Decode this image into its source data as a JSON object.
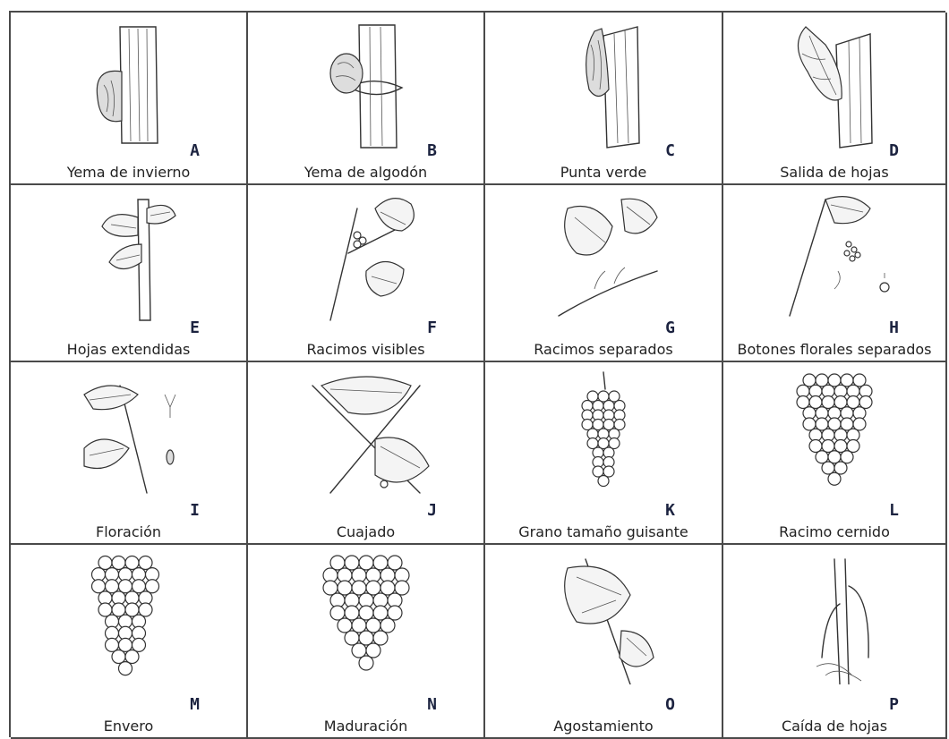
{
  "stages": [
    {
      "letter": "A",
      "label": "Yema de invierno",
      "icon": "bud-icon"
    },
    {
      "letter": "B",
      "label": "Yema de algodón",
      "icon": "bud-icon"
    },
    {
      "letter": "C",
      "label": "Punta verde",
      "icon": "bud-icon"
    },
    {
      "letter": "D",
      "label": "Salida de hojas",
      "icon": "bud-icon"
    },
    {
      "letter": "E",
      "label": "Hojas extendidas",
      "icon": "leaf-icon"
    },
    {
      "letter": "F",
      "label": "Racimos visibles",
      "icon": "leaf-icon"
    },
    {
      "letter": "G",
      "label": "Racimos separados",
      "icon": "leaf-icon"
    },
    {
      "letter": "H",
      "label": "Botones florales separados",
      "icon": "flower-icon"
    },
    {
      "letter": "I",
      "label": "Floración",
      "icon": "flower-icon"
    },
    {
      "letter": "J",
      "label": "Cuajado",
      "icon": "flower-icon"
    },
    {
      "letter": "K",
      "label": "Grano tamaño guisante",
      "icon": "grape-cluster-icon"
    },
    {
      "letter": "L",
      "label": "Racimo cernido",
      "icon": "grape-cluster-icon"
    },
    {
      "letter": "M",
      "label": "Envero",
      "icon": "grape-cluster-icon"
    },
    {
      "letter": "N",
      "label": "Maduración",
      "icon": "grape-cluster-icon"
    },
    {
      "letter": "O",
      "label": "Agostamiento",
      "icon": "leaf-icon"
    },
    {
      "letter": "P",
      "label": "Caída de hojas",
      "icon": "stem-icon"
    }
  ]
}
